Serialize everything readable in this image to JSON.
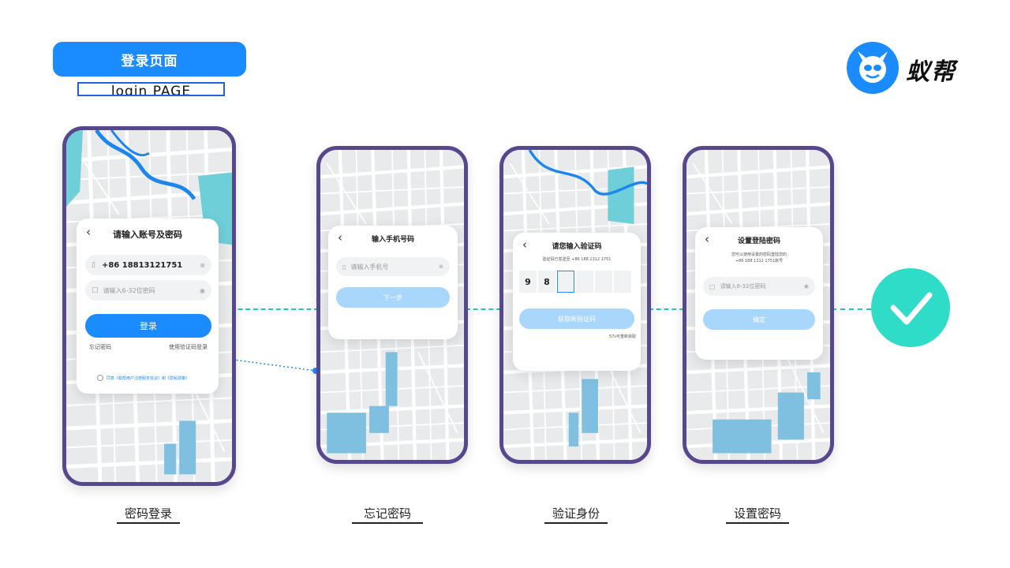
{
  "header": {
    "title": "登录页面",
    "subtitle": "login PAGE",
    "brand": "蚁帮"
  },
  "colors": {
    "accent": "#1a8cff",
    "phone_frame": "#57478c",
    "connector": "#1fc8c8",
    "success": "#2fdcc8"
  },
  "screens": {
    "login": {
      "title": "请输入账号及密码",
      "phone_value": "+86 18813121751",
      "password_placeholder": "请输入6-32位密码",
      "login_button": "登录",
      "forgot_link": "忘记密码",
      "sms_login_link": "使用验证码登录",
      "agreement_text": "同意《蚁帮用户注册服务协议》和《隐私政策》",
      "caption": "密码登录"
    },
    "forgot": {
      "title": "输入手机号码",
      "phone_placeholder": "请输入手机号",
      "next_button": "下一步",
      "caption": "忘记密码"
    },
    "verify": {
      "title": "请您输入验证码",
      "sent_text": "验证码已发送至 +86 188 1312 1751",
      "code_digits": [
        "9",
        "8",
        "",
        "",
        "",
        ""
      ],
      "get_code_button": "获取新验证码",
      "countdown_text": "57s可重新获取",
      "caption": "验证身份"
    },
    "set_password": {
      "title": "设置登陆密码",
      "hint_line1": "您可以使用设置的密码登陆您的",
      "hint_line2": "+86 188 1312 1751账号",
      "password_placeholder": "请输入6-32位密码",
      "confirm_button": "确定",
      "caption": "设置密码"
    }
  },
  "icons": [
    "logo-icon",
    "back-chevron-icon",
    "phone-icon",
    "lock-icon",
    "clear-icon",
    "eye-icon",
    "checkmark-icon",
    "radio-icon"
  ]
}
